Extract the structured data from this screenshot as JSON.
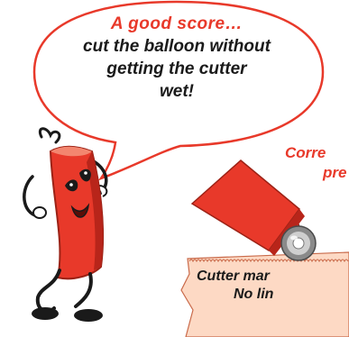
{
  "speech_bubble": {
    "title": "A good score…",
    "lines": [
      "cut the balloon without",
      "getting the cutter",
      "wet!"
    ]
  },
  "side_note": {
    "lines": [
      "Corre",
      "pre"
    ]
  },
  "paper_strip": {
    "lines": [
      "Cutter mar",
      "No lin"
    ]
  },
  "colors": {
    "red": "#e8392a",
    "dark_red": "#b8251a",
    "paper": "#fdd9c4",
    "ink": "#1a1a1a"
  },
  "icons": [
    "mascot-character",
    "cutter-tool",
    "wheel"
  ]
}
